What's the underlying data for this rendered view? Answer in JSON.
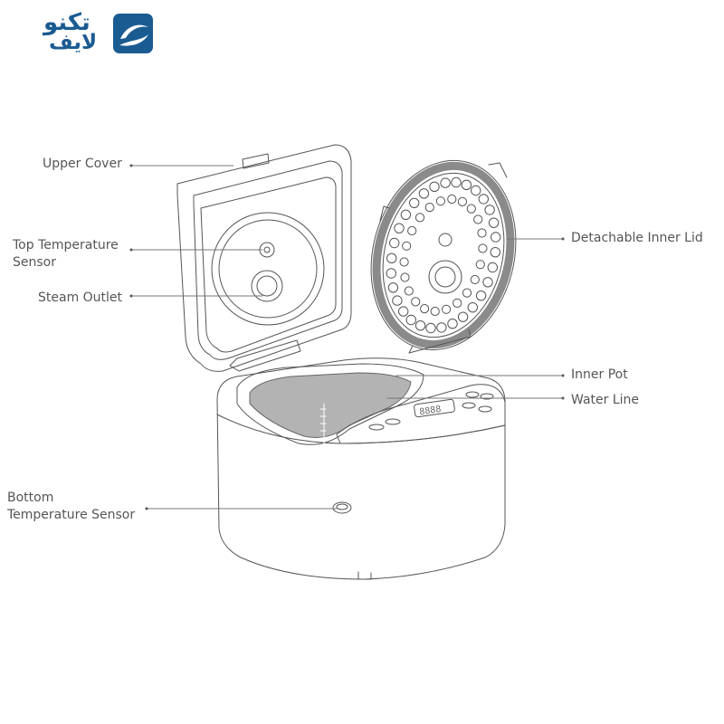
{
  "brand": {
    "line1": "تکنو",
    "line2": "لایف",
    "color": "#1a5b92",
    "mark_icon": "brand-swoosh-icon"
  },
  "labels": {
    "upper_cover": "Upper Cover",
    "top_temperature_sensor_1": "Top Temperature",
    "top_temperature_sensor_2": "Sensor",
    "steam_outlet": "Steam Outlet",
    "detachable_inner_lid": "Detachable Inner Lid",
    "inner_pot": "Inner Pot",
    "water_line": "Water Line",
    "bottom_temperature_sensor_1": "Bottom",
    "bottom_temperature_sensor_2": "Temperature Sensor"
  },
  "display_digits": "8888",
  "colors": {
    "line": "#555555",
    "lid_ring": "#8a8a8a",
    "pot_fill": "#b3b3b3"
  }
}
